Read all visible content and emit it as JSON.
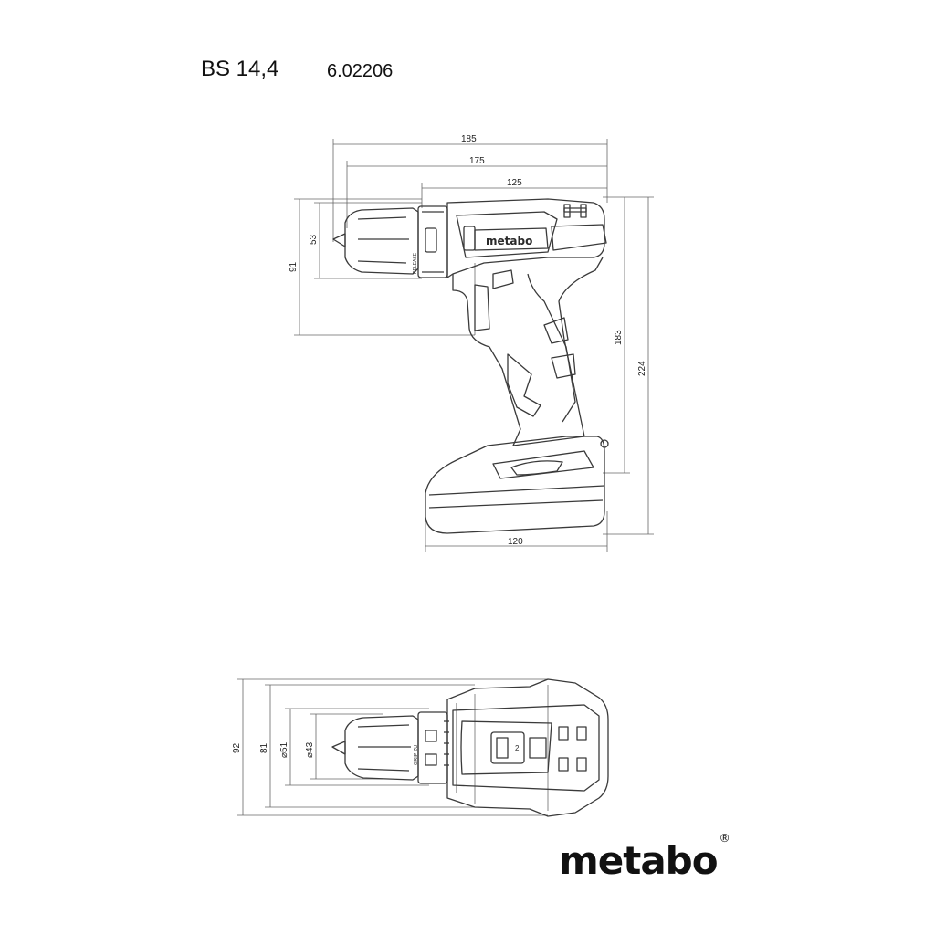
{
  "header": {
    "model": "BS 14,4",
    "code": "6.02206"
  },
  "side_view": {
    "dims": {
      "d185": "185",
      "d175": "175",
      "d125": "125",
      "d53": "53",
      "d91": "91",
      "d183": "183",
      "d224": "224",
      "d120": "120"
    },
    "tool_brand": "metabo",
    "collar_text": "RELEASE"
  },
  "top_view": {
    "dims": {
      "d92": "92",
      "d81": "81",
      "d51": "⌀51",
      "d43": "⌀43"
    },
    "collar_text": "GRIP ZU",
    "gear_number": "2"
  },
  "logo": {
    "text": "metabo",
    "mark": "®"
  },
  "colors": {
    "line": "#3a3a3a",
    "dim": "#555555"
  }
}
